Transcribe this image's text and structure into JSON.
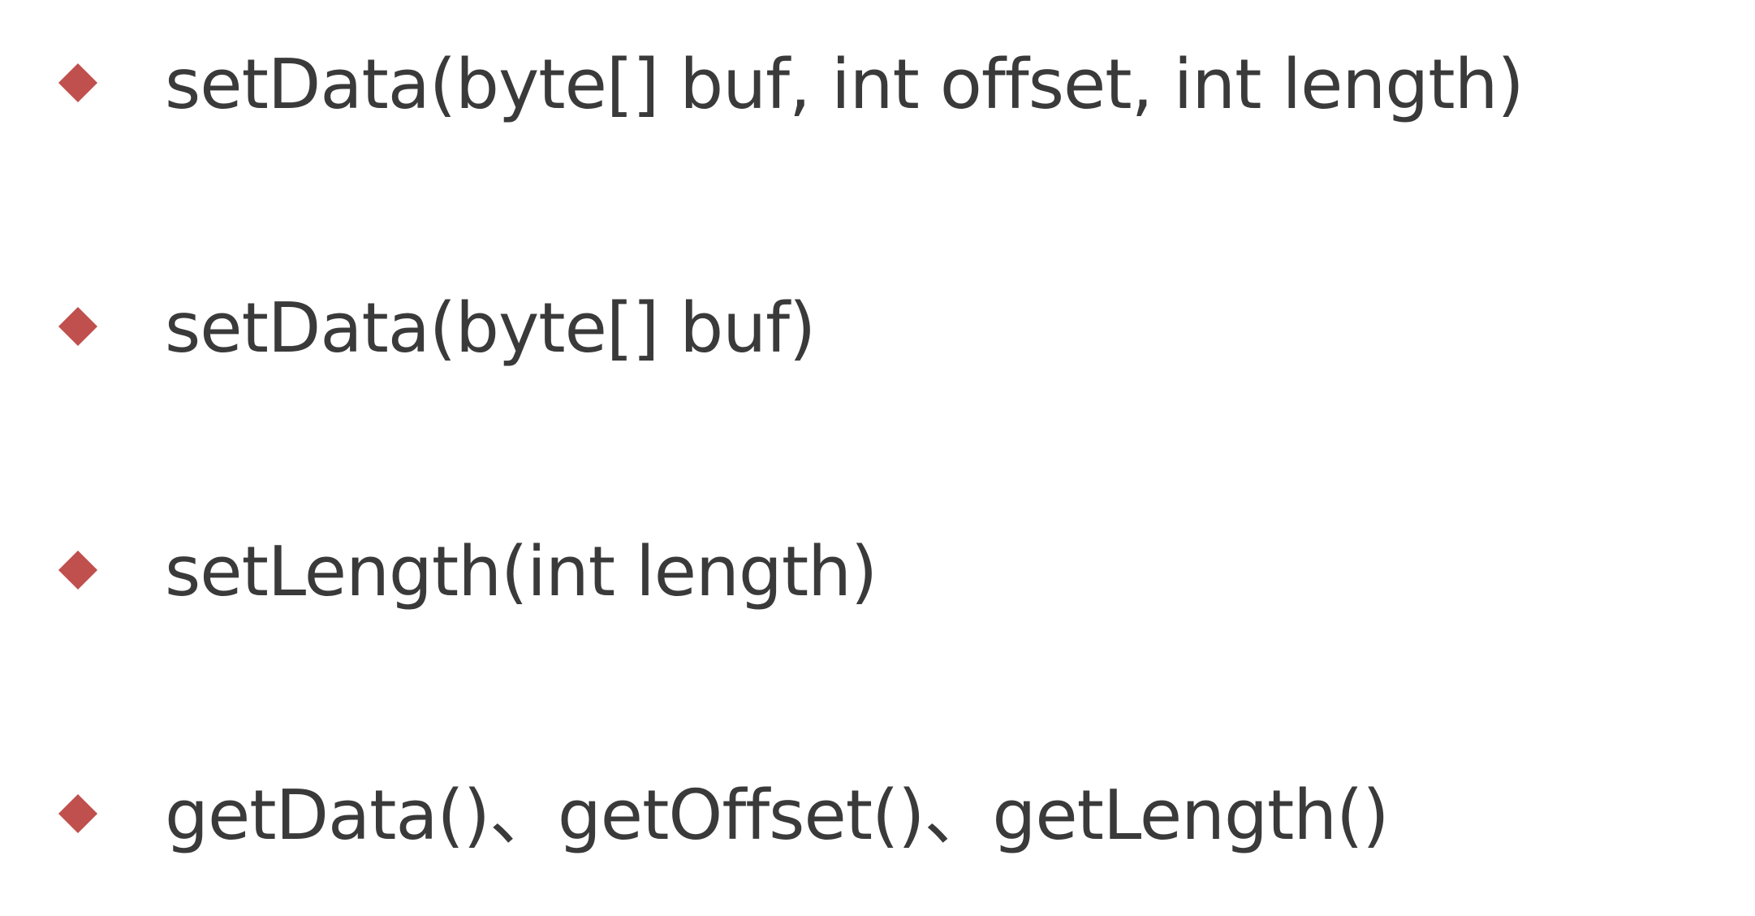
{
  "accent_color": "#c0504d",
  "text_color": "#3a3a3a",
  "bullet_icon": "diamond-bullet-icon",
  "items": [
    {
      "text": "setData(byte[] buf, int offset, int length)"
    },
    {
      "text": "setData(byte[] buf)"
    },
    {
      "text": "setLength(int length)"
    },
    {
      "text": "getData()、getOffset()、getLength()"
    }
  ]
}
